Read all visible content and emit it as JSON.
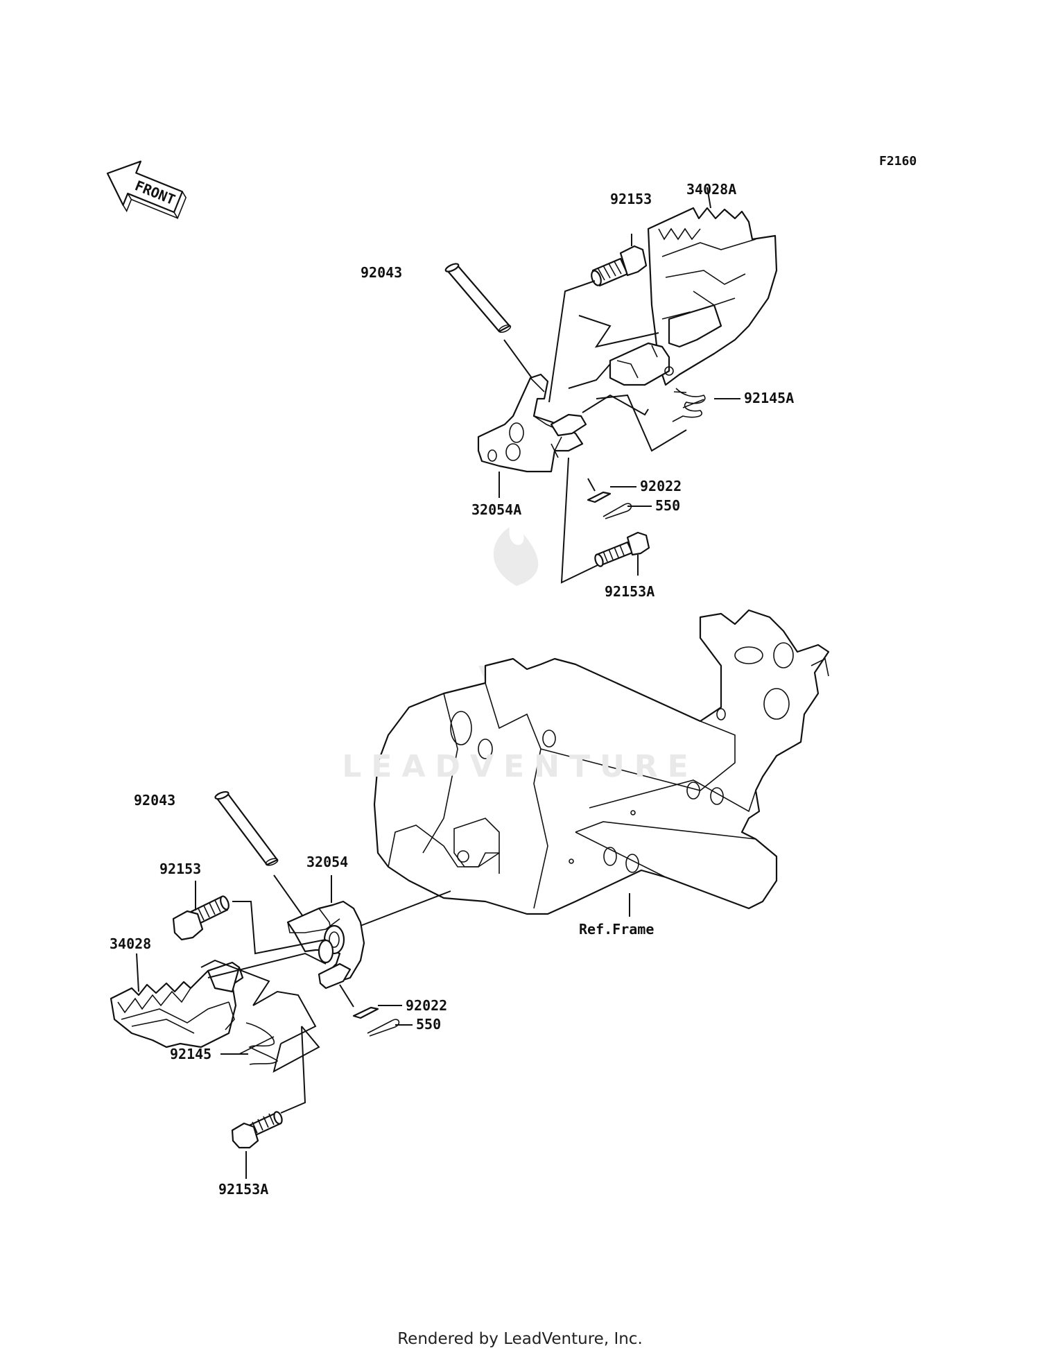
{
  "figure_code": "F2160",
  "front_arrow_label": "FRONT",
  "watermark_text": "LEADVENTURE",
  "footer_text": "Rendered by LeadVenture, Inc.",
  "callouts": {
    "upper": {
      "pin": "92043",
      "bolt_top": "92153",
      "footpeg": "34028A",
      "spring": "92145A",
      "bracket": "32054A",
      "washer": "92022",
      "cotter_pin": "550",
      "bolt_bottom": "92153A"
    },
    "lower": {
      "pin": "92043",
      "bolt_top": "92153",
      "bracket": "32054",
      "footpeg": "34028",
      "washer": "92022",
      "cotter_pin": "550",
      "spring": "92145",
      "bolt_bottom": "92153A"
    },
    "frame_ref": "Ref.Frame"
  },
  "colors": {
    "line": "#111111",
    "background": "#ffffff",
    "watermark": "#e9e9e9"
  }
}
